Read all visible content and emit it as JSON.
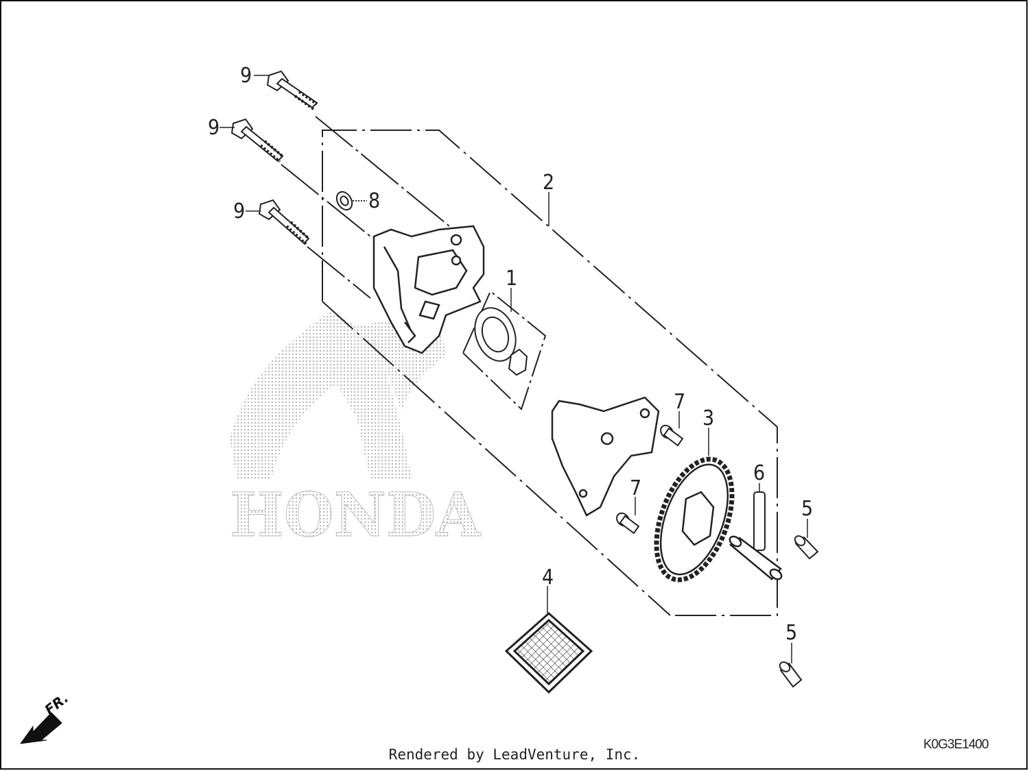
{
  "diagram": {
    "brand_watermark": "HONDA",
    "direction_marker": "FR.",
    "drawing_code": "K0G3E1400",
    "footer": "Rendered by LeadVenture, Inc.",
    "callouts": [
      {
        "id": "bolt-top",
        "label": "9"
      },
      {
        "id": "bolt-middle",
        "label": "9"
      },
      {
        "id": "bolt-lower",
        "label": "9"
      },
      {
        "id": "dowel-pin",
        "label": "8"
      },
      {
        "id": "oil-pump-assembly",
        "label": "2"
      },
      {
        "id": "rotor-set",
        "label": "1"
      },
      {
        "id": "screw-upper",
        "label": "7"
      },
      {
        "id": "screw-lower",
        "label": "7"
      },
      {
        "id": "driven-sprocket",
        "label": "3"
      },
      {
        "id": "shaft-pin",
        "label": "6"
      },
      {
        "id": "collar-upper",
        "label": "5"
      },
      {
        "id": "collar-lower",
        "label": "5"
      },
      {
        "id": "strainer-screen",
        "label": "4"
      }
    ]
  },
  "colors": {
    "line": "#222222",
    "watermark": "#c8c8c8"
  }
}
